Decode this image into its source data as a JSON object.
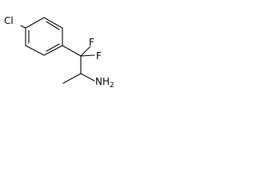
{
  "atoms": {
    "chlorine": "Cl",
    "fluorine_1": "F",
    "fluorine_2": "F",
    "amine": "NH",
    "amine_subscript": "2"
  }
}
